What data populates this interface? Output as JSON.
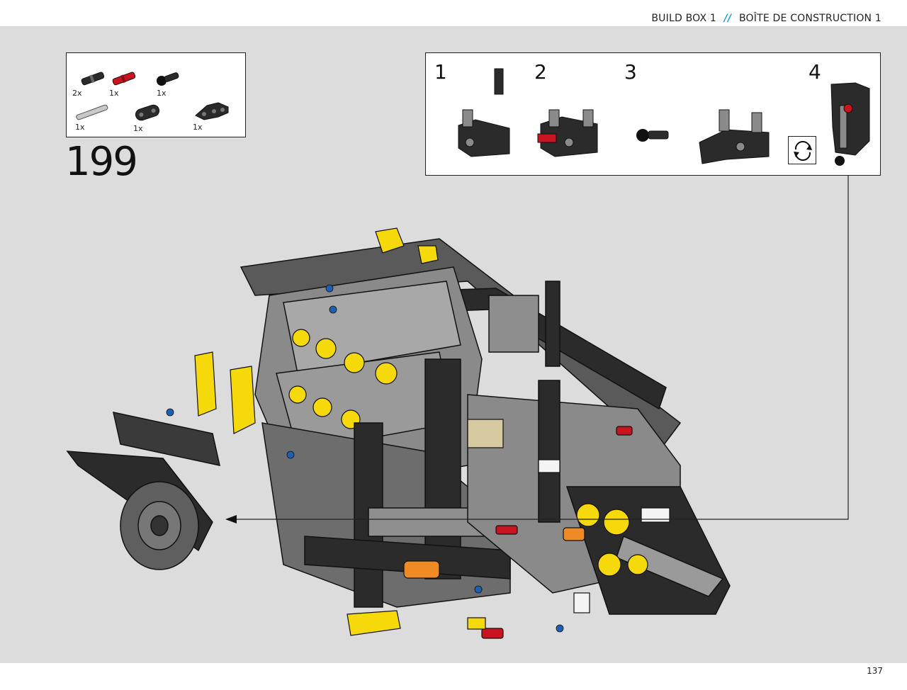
{
  "header": {
    "left": "BUILD BOX 1",
    "separator": "//",
    "right": "BOÎTE DE CONSTRUCTION 1"
  },
  "step": {
    "number": "199"
  },
  "parts_list": [
    {
      "qty": "2x",
      "part": "black-axle-pin-icon"
    },
    {
      "qty": "1x",
      "part": "red-axle-pin-icon"
    },
    {
      "qty": "1x",
      "part": "ball-joint-pin-icon"
    },
    {
      "qty": "1x",
      "part": "grey-axle-icon"
    },
    {
      "qty": "1x",
      "part": "black-beam-2-icon"
    },
    {
      "qty": "1x",
      "part": "black-triple-beam-icon"
    }
  ],
  "substeps": [
    {
      "number": "1"
    },
    {
      "number": "2"
    },
    {
      "number": "3"
    },
    {
      "number": "4"
    }
  ],
  "icons": {
    "rotate": "rotate-arrows-icon"
  },
  "colors": {
    "accent": "#1aa0d8",
    "background": "#dcdcdc",
    "lego_yellow": "#f5d90a",
    "lego_black": "#2b2b2b",
    "lego_grey": "#9a9a9a",
    "lego_red": "#c8141e"
  },
  "footer": {
    "page": "137"
  }
}
